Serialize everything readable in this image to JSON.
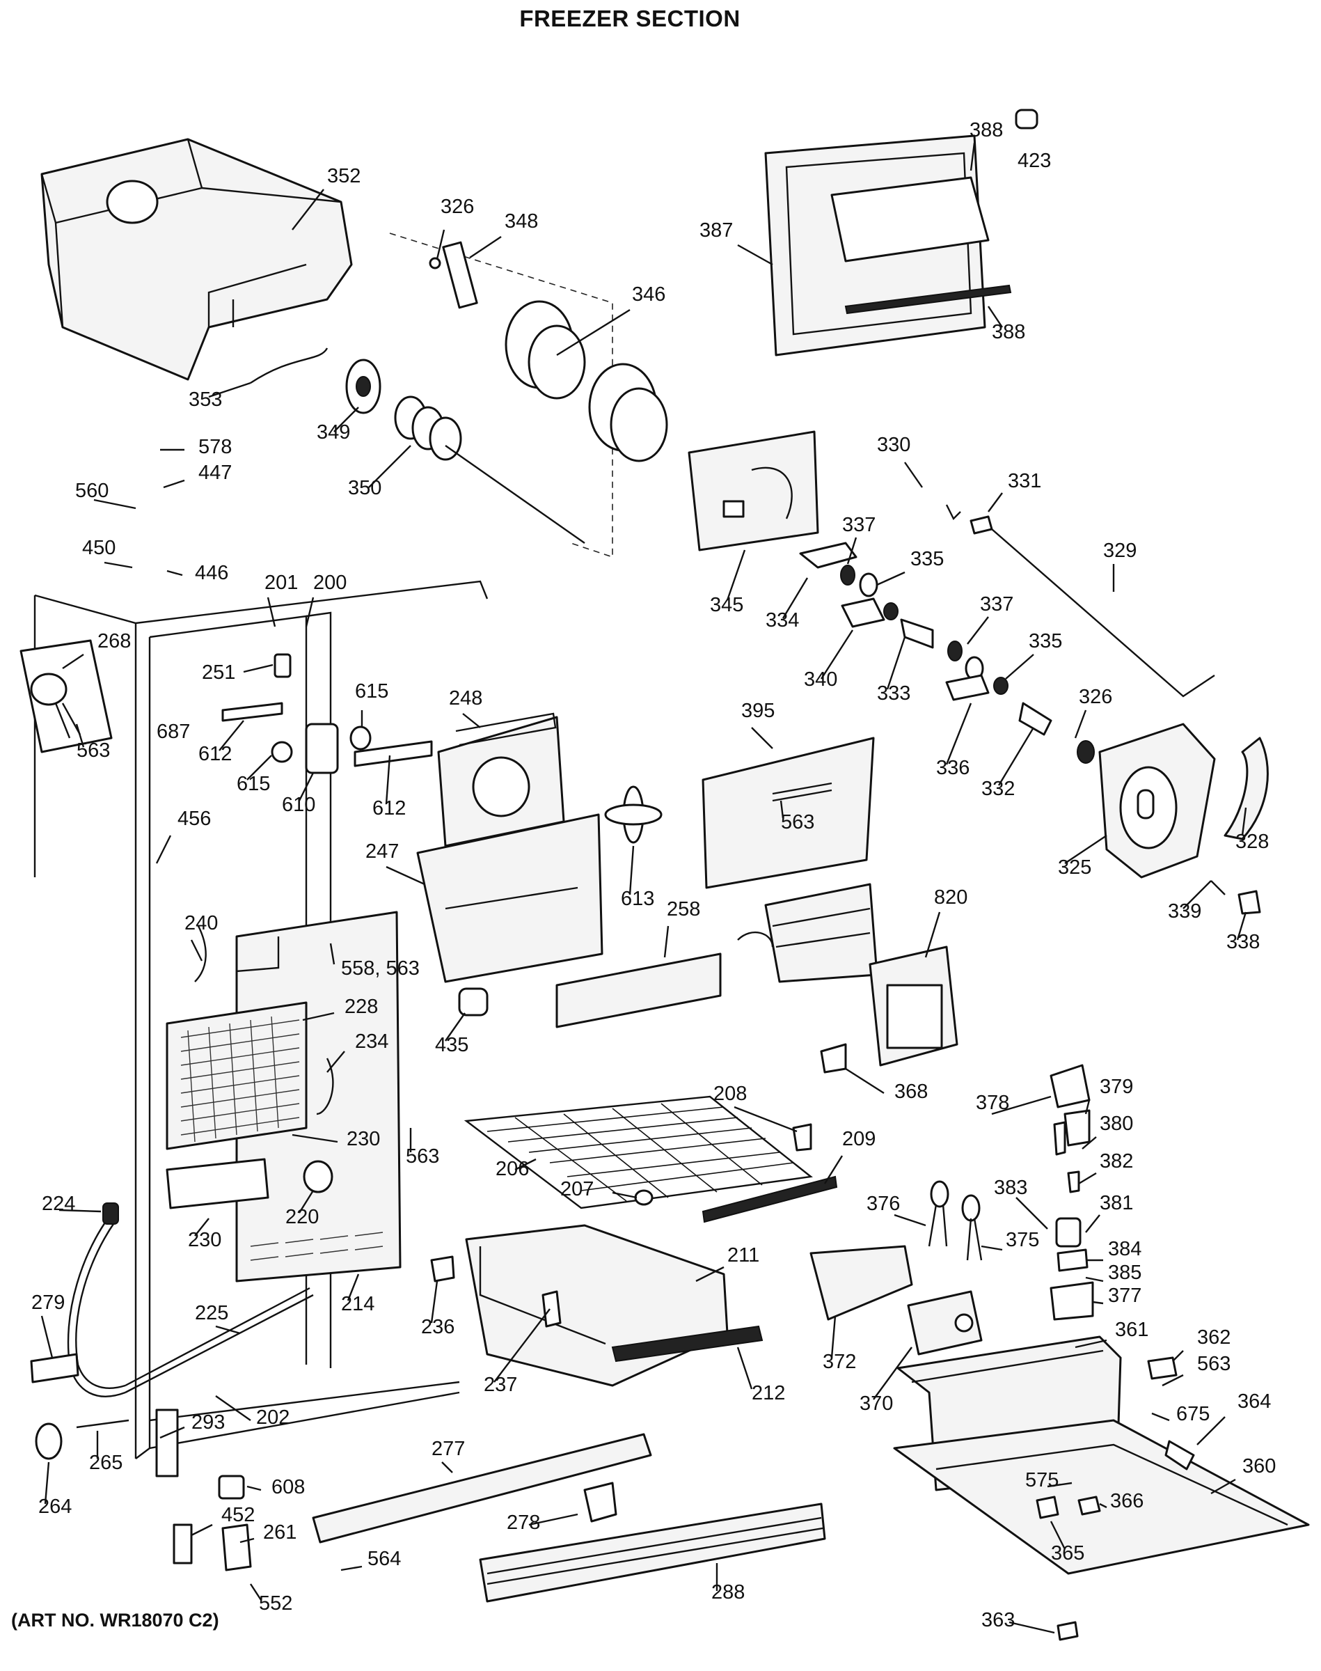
{
  "title": "FREEZER SECTION",
  "art_number": "(ART NO. WR18070 C2)",
  "labels": [
    {
      "id": "352",
      "text": "352"
    },
    {
      "id": "326a",
      "text": "326"
    },
    {
      "id": "348",
      "text": "348"
    },
    {
      "id": "346",
      "text": "346"
    },
    {
      "id": "388a",
      "text": "388"
    },
    {
      "id": "423",
      "text": "423"
    },
    {
      "id": "387",
      "text": "387"
    },
    {
      "id": "388b",
      "text": "388"
    },
    {
      "id": "353",
      "text": "353"
    },
    {
      "id": "349",
      "text": "349"
    },
    {
      "id": "350",
      "text": "350"
    },
    {
      "id": "578",
      "text": "578"
    },
    {
      "id": "447",
      "text": "447"
    },
    {
      "id": "560",
      "text": "560"
    },
    {
      "id": "450",
      "text": "450"
    },
    {
      "id": "446",
      "text": "446"
    },
    {
      "id": "345",
      "text": "345"
    },
    {
      "id": "330",
      "text": "330"
    },
    {
      "id": "331",
      "text": "331"
    },
    {
      "id": "337a",
      "text": "337"
    },
    {
      "id": "329",
      "text": "329"
    },
    {
      "id": "335a",
      "text": "335"
    },
    {
      "id": "334",
      "text": "334"
    },
    {
      "id": "337b",
      "text": "337"
    },
    {
      "id": "340",
      "text": "340"
    },
    {
      "id": "333",
      "text": "333"
    },
    {
      "id": "335b",
      "text": "335"
    },
    {
      "id": "326b",
      "text": "326"
    },
    {
      "id": "336",
      "text": "336"
    },
    {
      "id": "332",
      "text": "332"
    },
    {
      "id": "325",
      "text": "325"
    },
    {
      "id": "328",
      "text": "328"
    },
    {
      "id": "339",
      "text": "339"
    },
    {
      "id": "338",
      "text": "338"
    },
    {
      "id": "201",
      "text": "201"
    },
    {
      "id": "200",
      "text": "200"
    },
    {
      "id": "268",
      "text": "268"
    },
    {
      "id": "563a",
      "text": "563"
    },
    {
      "id": "251",
      "text": "251"
    },
    {
      "id": "687",
      "text": "687"
    },
    {
      "id": "612a",
      "text": "612"
    },
    {
      "id": "615a",
      "text": "615"
    },
    {
      "id": "615b",
      "text": "615"
    },
    {
      "id": "610",
      "text": "610"
    },
    {
      "id": "612b",
      "text": "612"
    },
    {
      "id": "248",
      "text": "248"
    },
    {
      "id": "395",
      "text": "395"
    },
    {
      "id": "563b",
      "text": "563"
    },
    {
      "id": "456",
      "text": "456"
    },
    {
      "id": "247",
      "text": "247"
    },
    {
      "id": "613",
      "text": "613"
    },
    {
      "id": "240",
      "text": "240"
    },
    {
      "id": "558",
      "text": "558, 563"
    },
    {
      "id": "258",
      "text": "258"
    },
    {
      "id": "820",
      "text": "820"
    },
    {
      "id": "228",
      "text": "228"
    },
    {
      "id": "234",
      "text": "234"
    },
    {
      "id": "435",
      "text": "435"
    },
    {
      "id": "368",
      "text": "368"
    },
    {
      "id": "230a",
      "text": "230"
    },
    {
      "id": "563c",
      "text": "563"
    },
    {
      "id": "208",
      "text": "208"
    },
    {
      "id": "378",
      "text": "378"
    },
    {
      "id": "379",
      "text": "379"
    },
    {
      "id": "380",
      "text": "380"
    },
    {
      "id": "209",
      "text": "209"
    },
    {
      "id": "206",
      "text": "206"
    },
    {
      "id": "382",
      "text": "382"
    },
    {
      "id": "224",
      "text": "224"
    },
    {
      "id": "230b",
      "text": "230"
    },
    {
      "id": "220",
      "text": "220"
    },
    {
      "id": "207",
      "text": "207"
    },
    {
      "id": "376",
      "text": "376"
    },
    {
      "id": "383",
      "text": "383"
    },
    {
      "id": "381",
      "text": "381"
    },
    {
      "id": "375",
      "text": "375"
    },
    {
      "id": "211",
      "text": "211"
    },
    {
      "id": "384",
      "text": "384"
    },
    {
      "id": "385",
      "text": "385"
    },
    {
      "id": "377",
      "text": "377"
    },
    {
      "id": "279",
      "text": "279"
    },
    {
      "id": "214",
      "text": "214"
    },
    {
      "id": "225",
      "text": "225"
    },
    {
      "id": "236",
      "text": "236"
    },
    {
      "id": "361",
      "text": "361"
    },
    {
      "id": "362",
      "text": "362"
    },
    {
      "id": "372",
      "text": "372"
    },
    {
      "id": "563d",
      "text": "563"
    },
    {
      "id": "237",
      "text": "237"
    },
    {
      "id": "212",
      "text": "212"
    },
    {
      "id": "370",
      "text": "370"
    },
    {
      "id": "675",
      "text": "675"
    },
    {
      "id": "364",
      "text": "364"
    },
    {
      "id": "202",
      "text": "202"
    },
    {
      "id": "293",
      "text": "293"
    },
    {
      "id": "265",
      "text": "265"
    },
    {
      "id": "277",
      "text": "277"
    },
    {
      "id": "360",
      "text": "360"
    },
    {
      "id": "608",
      "text": "608"
    },
    {
      "id": "575",
      "text": "575"
    },
    {
      "id": "264",
      "text": "264"
    },
    {
      "id": "452",
      "text": "452"
    },
    {
      "id": "261",
      "text": "261"
    },
    {
      "id": "278",
      "text": "278"
    },
    {
      "id": "366",
      "text": "366"
    },
    {
      "id": "365",
      "text": "365"
    },
    {
      "id": "564",
      "text": "564"
    },
    {
      "id": "288",
      "text": "288"
    },
    {
      "id": "552",
      "text": "552"
    },
    {
      "id": "363",
      "text": "363"
    }
  ]
}
